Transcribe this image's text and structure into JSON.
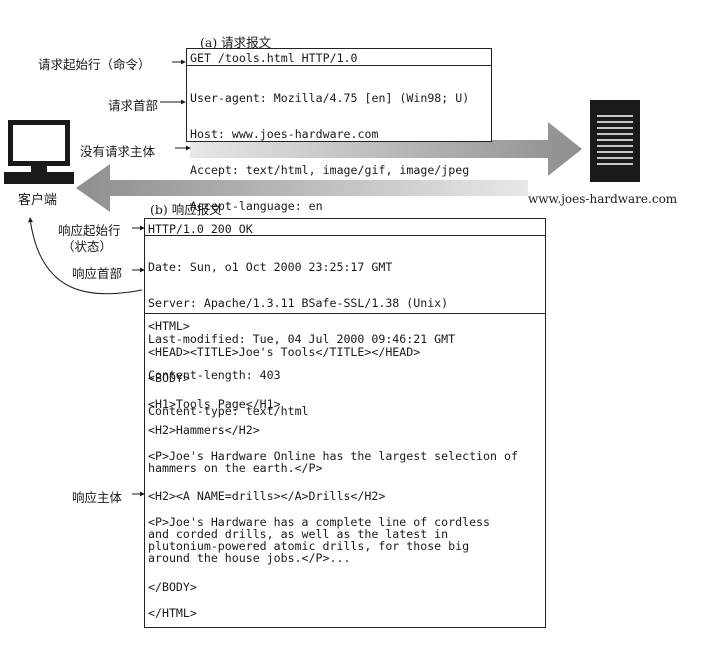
{
  "request": {
    "caption": "(a) 请求报文",
    "start_line": "GET /tools.html HTTP/1.0",
    "headers": [
      "User-agent: Mozilla/4.75 [en] (Win98; U)",
      "Host: www.joes-hardware.com",
      "Accept: text/html, image/gif, image/jpeg",
      "Accept-language: en"
    ],
    "labels": {
      "start_line": "请求起始行（命令）",
      "headers": "请求首部",
      "no_body": "没有请求主体"
    }
  },
  "client": {
    "label": "客户端",
    "icon": "computer-icon"
  },
  "server": {
    "label": "www.joes-hardware.com",
    "icon": "server-icon"
  },
  "response": {
    "caption": "(b) 响应报文",
    "start_line": "HTTP/1.0 200 OK",
    "headers": [
      "Date: Sun, o1 Oct 2000 23:25:17 GMT",
      "Server: Apache/1.3.11 BSafe-SSL/1.38 (Unix)",
      "Last-modified: Tue, 04 Jul 2000 09:46:21 GMT",
      "Content-length: 403",
      "Content-type: text/html"
    ],
    "body": [
      "<HTML>",
      "<HEAD><TITLE>Joe's Tools</TITLE></HEAD>",
      "<BODY>",
      "<H1>Tools Page</H1>",
      "<H2>Hammers</H2>",
      "<P>Joe's Hardware Online has the largest selection of\nhammers on the earth.</P>",
      "<H2><A NAME=drills></A>Drills</H2>",
      "<P>Joe's Hardware has a complete line of cordless\nand corded drills, as well as the latest in\nplutonium-powered atomic drills, for those big\naround the house jobs.</P>...",
      "</BODY>",
      "</HTML>"
    ],
    "labels": {
      "start_line": "响应起始行",
      "start_line_note": "（状态）",
      "headers": "响应首部",
      "body": "响应主体"
    }
  },
  "colors": {
    "arrow": "#9a9a9a",
    "ink": "#1a1a1a"
  }
}
